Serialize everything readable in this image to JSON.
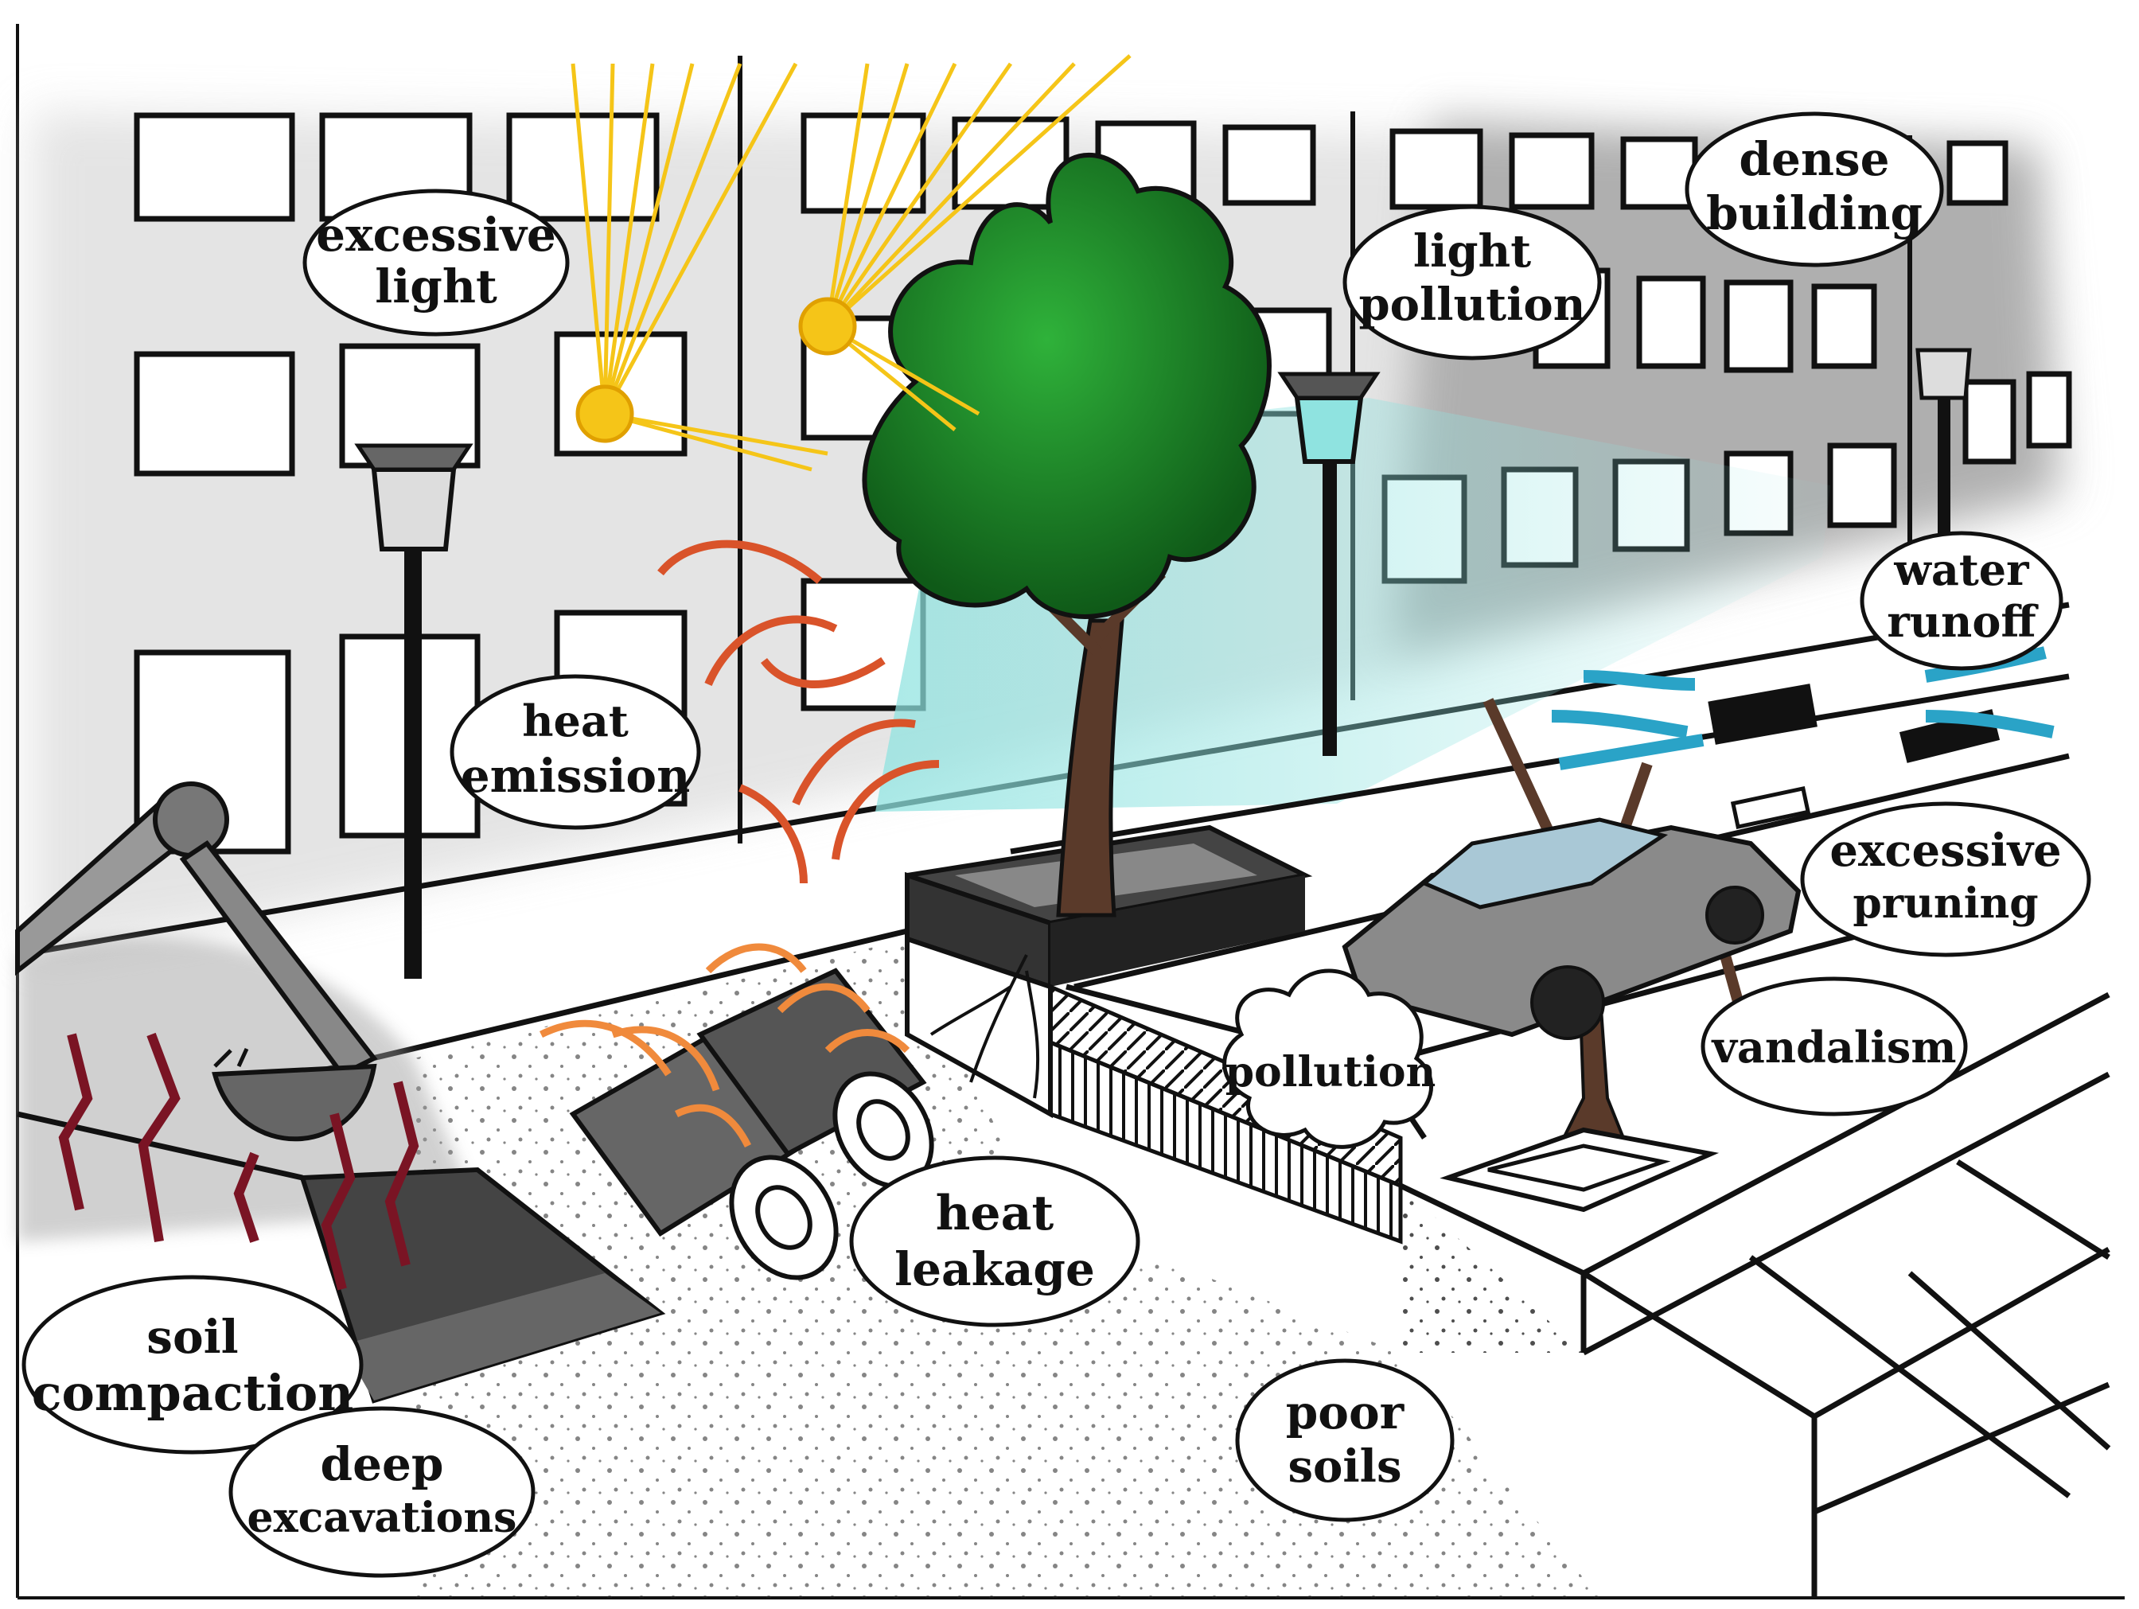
{
  "labels": {
    "excessive_light": [
      "excessive",
      "light"
    ],
    "dense_building": [
      "dense",
      "building"
    ],
    "light_pollution": [
      "light",
      "pollution"
    ],
    "water_runoff": [
      "water",
      "runoff"
    ],
    "heat_emission": [
      "heat",
      "emission"
    ],
    "excessive_pruning": [
      "excessive",
      "pruning"
    ],
    "vandalism": [
      "vandalism"
    ],
    "pollution": [
      "pollution"
    ],
    "heat_leakage": [
      "heat",
      "leakage"
    ],
    "soil_compaction": [
      "soil",
      "compaction"
    ],
    "deep_excavations": [
      "deep",
      "excavations"
    ],
    "poor_soils": [
      "poor",
      "soils"
    ]
  },
  "colors": {
    "tree_canopy": "#1f8a2a",
    "tree_trunk": "#5a3a2a",
    "sun_rays": "#f5c518",
    "heat_arrows": "#d9532a",
    "leak_arrows": "#f08a3c",
    "water_arrows": "#2aa3c7",
    "compaction_arrows": "#7a1424",
    "lamp_glow": "#8fe3e0",
    "building_wash": "#c8c8c8"
  }
}
